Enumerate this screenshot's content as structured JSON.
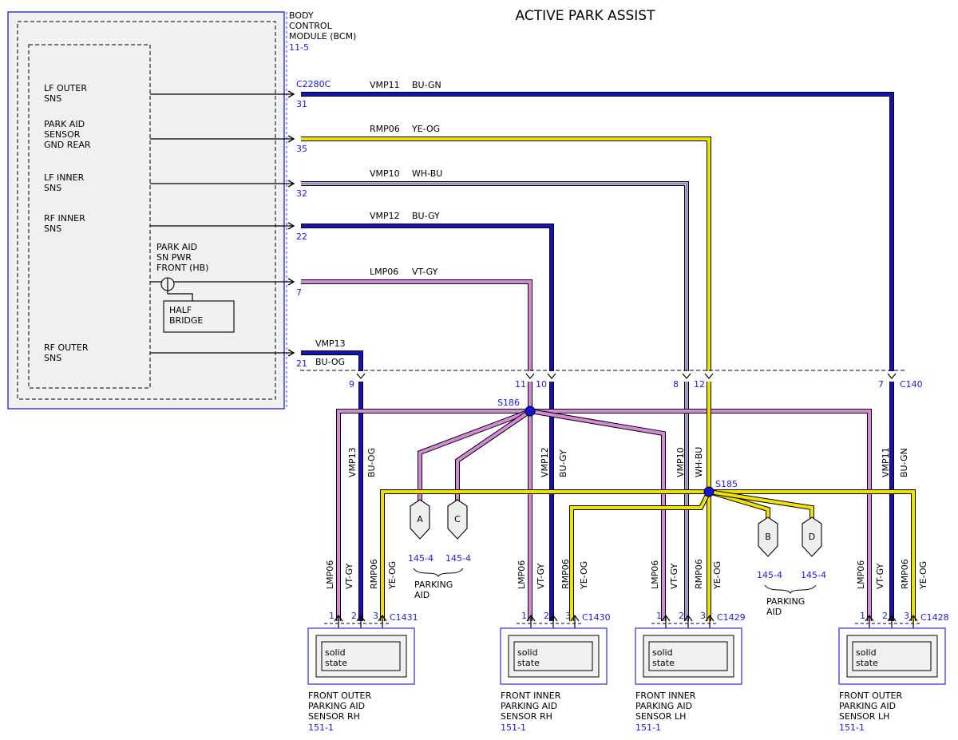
{
  "title": "ACTIVE PARK ASSIST",
  "colors": {
    "module_border": "#3a3ad6",
    "module_fill": "#f0f0f0",
    "blue_wire": "#1414b4",
    "yellow_wire": "#f0e000",
    "violet_wire": "#d58ad8",
    "white_blue_wire": "#ffffff",
    "text_blue": "#1a1ad0"
  },
  "bcm": {
    "name_lines": [
      "BODY",
      "CONTROL",
      "MODULE (BCM)"
    ],
    "ref": "11-5",
    "connector": "C2280C",
    "half_bridge_lines": [
      "HALF",
      "BRIDGE"
    ],
    "pins": [
      {
        "label": [
          "LF OUTER",
          "SNS"
        ],
        "pin": "31",
        "circuit": "VMP11",
        "color": "BU-GN"
      },
      {
        "label": [
          "PARK AID",
          "SENSOR",
          "GND REAR"
        ],
        "pin": "35",
        "circuit": "RMP06",
        "color": "YE-OG"
      },
      {
        "label": [
          "LF INNER",
          "SNS"
        ],
        "pin": "32",
        "circuit": "VMP10",
        "color": "WH-BU"
      },
      {
        "label": [
          "RF INNER",
          "SNS"
        ],
        "pin": "22",
        "circuit": "VMP12",
        "color": "BU-GY"
      },
      {
        "label": [
          "PARK AID",
          "SN PWR",
          "FRONT (HB)"
        ],
        "pin": "7",
        "circuit": "LMP06",
        "color": "VT-GY"
      },
      {
        "label": [
          "RF OUTER",
          "SNS"
        ],
        "pin": "21",
        "circuit": "VMP13",
        "color": "BU-OG"
      }
    ]
  },
  "c140": {
    "name": "C140",
    "pins": [
      "9",
      "11",
      "10",
      "8",
      "12",
      "7"
    ]
  },
  "vertical_wires": [
    {
      "circuit": "VMP13",
      "color": "BU-OG"
    },
    {
      "circuit": "VMP12",
      "color": "BU-GY"
    },
    {
      "circuit": "VMP10",
      "color": "WH-BU"
    },
    {
      "circuit": "VMP11",
      "color": "BU-GN"
    }
  ],
  "splices": {
    "s186": "S186",
    "s185": "S185"
  },
  "parking_aid_refs": [
    {
      "letter": "A",
      "ref": "145-4"
    },
    {
      "letter": "C",
      "ref": "145-4"
    },
    {
      "letter": "B",
      "ref": "145-4"
    },
    {
      "letter": "D",
      "ref": "145-4"
    }
  ],
  "parking_aid_label": [
    "PARKING",
    "AID"
  ],
  "sensor_wire_labels": [
    {
      "circuit": "LMP06",
      "color": "VT-GY"
    },
    {
      "circuit": "RMP06",
      "color": "YE-OG"
    }
  ],
  "sensors": [
    {
      "connector": "C1431",
      "pins": [
        "1",
        "2",
        "3"
      ],
      "inner": [
        "solid",
        "state"
      ],
      "name": [
        "FRONT OUTER",
        "PARKING AID",
        "SENSOR RH"
      ],
      "ref": "151-1"
    },
    {
      "connector": "C1430",
      "pins": [
        "1",
        "2",
        "3"
      ],
      "inner": [
        "solid",
        "state"
      ],
      "name": [
        "FRONT INNER",
        "PARKING AID",
        "SENSOR RH"
      ],
      "ref": "151-1"
    },
    {
      "connector": "C1429",
      "pins": [
        "1",
        "2",
        "3"
      ],
      "inner": [
        "solid",
        "state"
      ],
      "name": [
        "FRONT INNER",
        "PARKING AID",
        "SENSOR LH"
      ],
      "ref": "151-1"
    },
    {
      "connector": "C1428",
      "pins": [
        "1",
        "2",
        "3"
      ],
      "inner": [
        "solid",
        "state"
      ],
      "name": [
        "FRONT OUTER",
        "PARKING AID",
        "SENSOR LH"
      ],
      "ref": "151-1"
    }
  ]
}
